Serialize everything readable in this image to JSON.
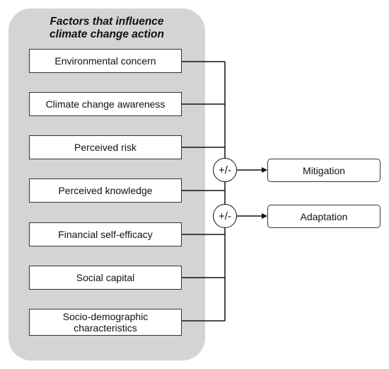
{
  "title": {
    "line1": "Factors that influence",
    "line2": "climate change action"
  },
  "factors": [
    {
      "label": "Environmental concern"
    },
    {
      "label": "Climate change awareness"
    },
    {
      "label": "Perceived risk"
    },
    {
      "label": "Perceived knowledge"
    },
    {
      "label": "Financial self-efficacy"
    },
    {
      "label": "Social capital"
    },
    {
      "label": "Socio-demographic",
      "label2": "characteristics"
    }
  ],
  "operators": [
    {
      "label": "+/-"
    },
    {
      "label": "+/-"
    }
  ],
  "outcomes": [
    {
      "label": "Mitigation"
    },
    {
      "label": "Adaptation"
    }
  ]
}
